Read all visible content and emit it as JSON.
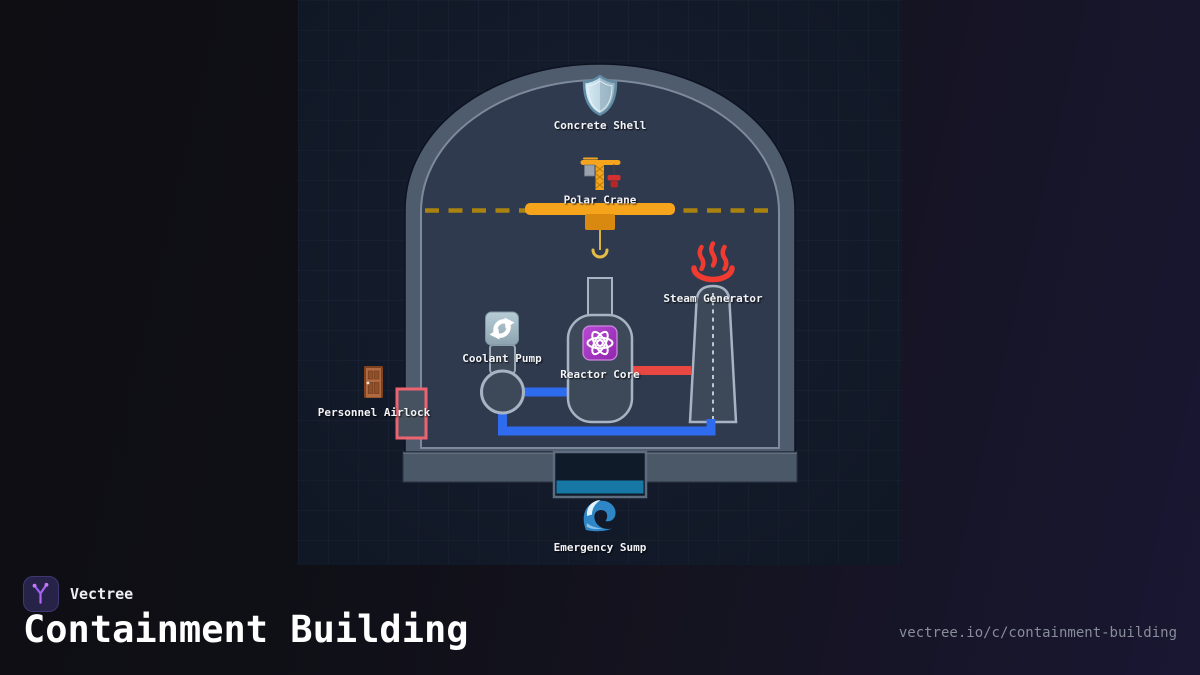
{
  "brand": {
    "name": "Vectree"
  },
  "page": {
    "title": "Containment Building",
    "url": "vectree.io/c/containment-building"
  },
  "diagram": {
    "labels": {
      "concrete_shell": "Concrete Shell",
      "polar_crane": "Polar Crane",
      "steam_generator": "Steam Generator",
      "coolant_pump": "Coolant Pump",
      "reactor_core": "Reactor Core",
      "personnel_airlock": "Personnel Airlock",
      "emergency_sump": "Emergency Sump"
    },
    "icons": {
      "concrete_shell": "shield-icon",
      "polar_crane": "crane-icon",
      "steam_generator": "hot-springs-icon",
      "coolant_pump": "recycle-arrows-icon",
      "reactor_core": "atom-icon",
      "personnel_airlock": "door-icon",
      "emergency_sump": "wave-icon",
      "brand": "vectree-logo-icon"
    },
    "colors": {
      "shell_wall": "#4f5c6d",
      "interior": "#263144",
      "equipment_fill": "#3d4958",
      "equipment_stroke": "#a7b4c3",
      "crane_beam": "#f5a41c",
      "crane_trolley": "#d9890f",
      "crane_rail": "#a9820f",
      "crane_hook": "#e3bd45",
      "hot_leg_pipe": "#e84742",
      "cold_leg_pipe": "#2e6bef",
      "sump_water": "#1878a5",
      "airlock_frame": "#ed6470",
      "reactor_icon_purple": "#a233c4",
      "brand_purple": "#9b5cf6"
    }
  }
}
